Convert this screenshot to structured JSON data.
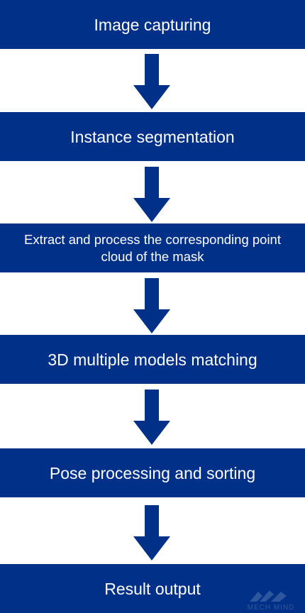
{
  "flow": {
    "steps": [
      {
        "label": "Image capturing"
      },
      {
        "label": "Instance segmentation"
      },
      {
        "label": "Extract and process the corresponding point cloud of the mask"
      },
      {
        "label": "3D multiple models matching"
      },
      {
        "label": "Pose processing and sorting"
      },
      {
        "label": "Result output"
      }
    ]
  },
  "watermark": {
    "text": "MECH MIND"
  },
  "colors": {
    "step_fill": "#003087",
    "arrow_fill": "#003087",
    "text": "#ffffff",
    "background": "#ffffff"
  }
}
